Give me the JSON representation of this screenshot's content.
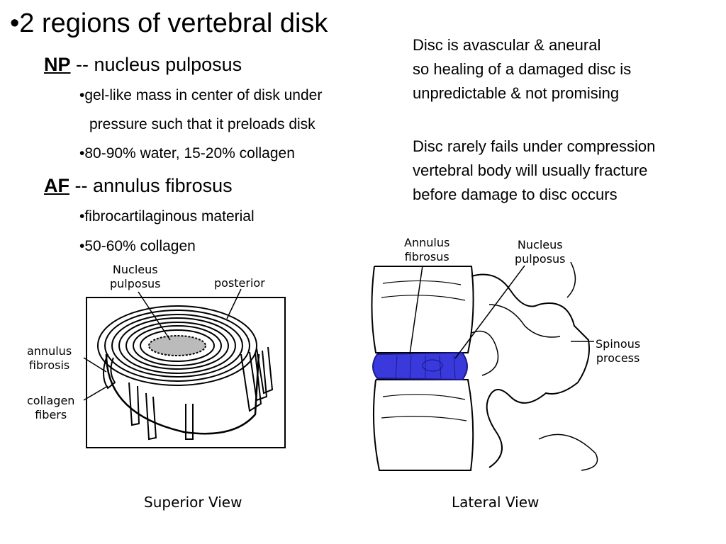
{
  "slide": {
    "title": "•2 regions of vertebral disk",
    "np": {
      "abbr": "NP",
      "desc": " -- nucleus pulposus"
    },
    "np_bullets": [
      "•gel-like mass in center of disk under",
      "pressure such that it preloads disk",
      "•80-90% water, 15-20% collagen"
    ],
    "af": {
      "abbr": "AF",
      "desc": " -- annulus fibrosus"
    },
    "af_bullets": [
      "•fibrocartilaginous material",
      "•50-60% collagen"
    ],
    "notes": [
      "Disc is avascular & aneural\nso healing of a damaged disc is\nunpredictable & not promising",
      "Disc rarely fails under compression\nvertebral body will usually fracture\nbefore damage to disc occurs"
    ]
  },
  "diagram": {
    "superior": {
      "caption": "Superior View",
      "labels": {
        "nucleus": "Nucleus\npulposus",
        "posterior": "posterior",
        "annulus": "annulus\nfibrosis",
        "collagen": "collagen\nfibers"
      }
    },
    "lateral": {
      "caption": "Lateral View",
      "labels": {
        "annulus": "Annulus\nfibrosus",
        "nucleus": "Nucleus\npulposus",
        "spinous": "Spinous\nprocess"
      }
    },
    "colors": {
      "disc": "#3a3adc",
      "disc_dark": "#1a1a8c",
      "line": "#000000"
    }
  }
}
